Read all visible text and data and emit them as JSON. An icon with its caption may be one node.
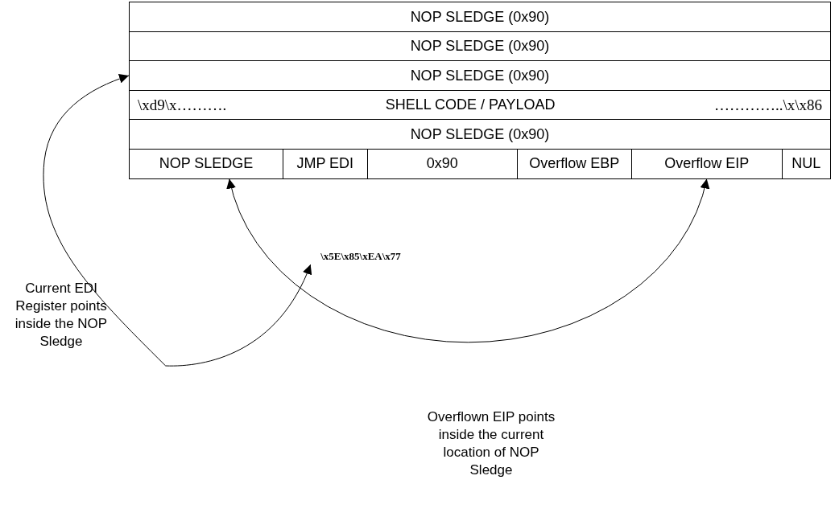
{
  "diagram": {
    "nodes": [
      {
        "text": [
          "NOP SLEDGE (0x90)"
        ]
      },
      {
        "text": [
          "NOP SLEDGE (0x90)"
        ]
      },
      {
        "text": [
          "NOP SLEDGE (0x90)"
        ]
      },
      {
        "text": [
          "\\xd9\\x……….",
          "SHELL CODE / PAYLOAD",
          "…………..\\x\\x86"
        ]
      },
      {
        "text": [
          "NOP SLEDGE (0x90)"
        ]
      },
      {
        "text": [
          "NOP SLEDGE"
        ]
      },
      {
        "text": [
          "JMP EDI"
        ]
      },
      {
        "text": [
          "0x90"
        ]
      },
      {
        "text": [
          "Overflow EBP"
        ]
      },
      {
        "text": [
          "Overflow EIP"
        ]
      },
      {
        "text": [
          "NUL"
        ]
      },
      {
        "text": [
          "\\x5E\\x85\\xEA\\x77"
        ]
      }
    ],
    "edges": [
      {
        "from": 11,
        "to": 2,
        "arrow": "both"
      },
      {
        "from": 5,
        "to": 9,
        "arrow": "both"
      }
    ],
    "labels": [
      "Current EDI Register points inside the NOP Sledge",
      "Overflown EIP points inside the current location of NOP Sledge"
    ]
  }
}
